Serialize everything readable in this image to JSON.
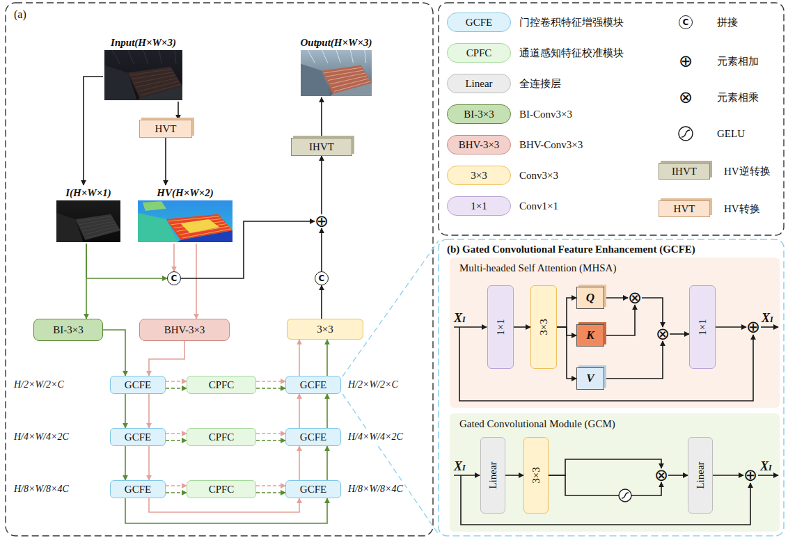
{
  "diagram": {
    "nodes": [
      {
        "text": [
          "(a)"
        ]
      },
      {
        "text": [
          "Input(H×W×3)"
        ],
        "in": 0
      },
      {
        "text": [
          "Output(H×W×3)"
        ],
        "in": 0
      },
      {
        "text": [
          "HVT"
        ],
        "in": 0
      },
      {
        "text": [
          "IHVT"
        ],
        "in": 0
      },
      {
        "text": [
          "I(H×W×1)"
        ],
        "in": 0
      },
      {
        "text": [
          "HV(H×W×2)"
        ],
        "in": 0
      },
      {
        "text": [
          "⊕"
        ],
        "in": 0
      },
      {
        "text": [
          "C"
        ],
        "in": 0
      },
      {
        "text": [
          "C"
        ],
        "in": 0
      },
      {
        "text": [
          "BI-3×3"
        ],
        "in": 0
      },
      {
        "text": [
          "BHV-3×3"
        ],
        "in": 0
      },
      {
        "text": [
          "3×3"
        ],
        "in": 0
      },
      {
        "text": [
          "GCFE"
        ],
        "in": 0
      },
      {
        "text": [
          "CPFC"
        ],
        "in": 0
      },
      {
        "text": [
          "GCFE"
        ],
        "in": 0
      },
      {
        "text": [
          "GCFE"
        ],
        "in": 0
      },
      {
        "text": [
          "CPFC"
        ],
        "in": 0
      },
      {
        "text": [
          "GCFE"
        ],
        "in": 0
      },
      {
        "text": [
          "GCFE"
        ],
        "in": 0
      },
      {
        "text": [
          "CPFC"
        ],
        "in": 0
      },
      {
        "text": [
          "GCFE"
        ],
        "in": 0
      },
      {
        "text": [
          "(b) Gated Convolutional Feature Enhancement (GCFE)"
        ]
      },
      {
        "text": [
          "Multi-headed Self Attention (MHSA)"
        ],
        "in": 22
      },
      {
        "text": [
          "1×1"
        ],
        "in": 23
      },
      {
        "text": [
          "3×3"
        ],
        "in": 23
      },
      {
        "text": [
          "Q"
        ],
        "in": 23
      },
      {
        "text": [
          "K"
        ],
        "in": 23
      },
      {
        "text": [
          "V"
        ],
        "in": 23
      },
      {
        "text": [
          "⊗"
        ],
        "in": 23
      },
      {
        "text": [
          "⊗"
        ],
        "in": 23
      },
      {
        "text": [
          "1×1"
        ],
        "in": 23
      },
      {
        "text": [
          "⊕"
        ],
        "in": 23
      },
      {
        "text": [
          "Gated Convolutional Module (GCM)"
        ],
        "in": 22
      },
      {
        "text": [
          "Linear"
        ],
        "in": 33
      },
      {
        "text": [
          "3×3"
        ],
        "in": 33
      },
      {
        "text": [
          "⊗"
        ],
        "in": 33
      },
      {
        "text": [
          "Linear"
        ],
        "in": 33
      },
      {
        "text": [
          "⊕"
        ],
        "in": 33
      }
    ],
    "edges": [
      {
        "from": 1,
        "to": 5,
        "arrow": "to"
      },
      {
        "from": 1,
        "to": 3,
        "arrow": "to"
      },
      {
        "from": 3,
        "to": 6,
        "arrow": "to"
      },
      {
        "from": 5,
        "to": 8,
        "arrow": "to"
      },
      {
        "from": 5,
        "to": 10,
        "arrow": "to"
      },
      {
        "from": 6,
        "to": 8,
        "arrow": "to"
      },
      {
        "from": 6,
        "to": 11,
        "arrow": "to"
      },
      {
        "from": 8,
        "to": 7,
        "arrow": "to"
      },
      {
        "from": 9,
        "to": 7,
        "arrow": "to"
      },
      {
        "from": 7,
        "to": 4,
        "arrow": "to"
      },
      {
        "from": 4,
        "to": 2,
        "arrow": "to"
      },
      {
        "from": 12,
        "to": 9,
        "arrow": "to"
      },
      {
        "from": 10,
        "to": 13,
        "arrow": "to"
      },
      {
        "from": 11,
        "to": 13,
        "arrow": "to"
      },
      {
        "from": 13,
        "to": 14,
        "arrow": "to"
      },
      {
        "from": 13,
        "to": 14,
        "arrow": "to"
      },
      {
        "from": 14,
        "to": 15,
        "arrow": "to"
      },
      {
        "from": 14,
        "to": 15,
        "arrow": "to"
      },
      {
        "from": 13,
        "to": 16,
        "arrow": "to"
      },
      {
        "from": 13,
        "to": 16,
        "arrow": "to"
      },
      {
        "from": 16,
        "to": 17,
        "arrow": "to"
      },
      {
        "from": 16,
        "to": 17,
        "arrow": "to"
      },
      {
        "from": 17,
        "to": 18,
        "arrow": "to"
      },
      {
        "from": 17,
        "to": 18,
        "arrow": "to"
      },
      {
        "from": 16,
        "to": 19,
        "arrow": "to"
      },
      {
        "from": 16,
        "to": 19,
        "arrow": "to"
      },
      {
        "from": 19,
        "to": 20,
        "arrow": "to"
      },
      {
        "from": 19,
        "to": 20,
        "arrow": "to"
      },
      {
        "from": 20,
        "to": 21,
        "arrow": "to"
      },
      {
        "from": 20,
        "to": 21,
        "arrow": "to"
      },
      {
        "from": 19,
        "to": 21,
        "arrow": "to"
      },
      {
        "from": 19,
        "to": 21,
        "arrow": "to"
      },
      {
        "from": 21,
        "to": 18,
        "arrow": "to"
      },
      {
        "from": 21,
        "to": 18,
        "arrow": "to"
      },
      {
        "from": 18,
        "to": 15,
        "arrow": "to"
      },
      {
        "from": 18,
        "to": 15,
        "arrow": "to"
      },
      {
        "from": 15,
        "to": 12,
        "arrow": "to"
      },
      {
        "from": 15,
        "to": 12,
        "arrow": "to"
      },
      {
        "from": 24,
        "to": 25,
        "arrow": "to"
      },
      {
        "from": 25,
        "to": 26,
        "arrow": "to"
      },
      {
        "from": 25,
        "to": 27,
        "arrow": "to"
      },
      {
        "from": 25,
        "to": 28,
        "arrow": "to"
      },
      {
        "from": 26,
        "to": 29,
        "arrow": "to"
      },
      {
        "from": 27,
        "to": 29,
        "arrow": "to"
      },
      {
        "from": 29,
        "to": 30,
        "arrow": "to"
      },
      {
        "from": 28,
        "to": 30,
        "arrow": "to"
      },
      {
        "from": 30,
        "to": 31,
        "arrow": "to"
      },
      {
        "from": 31,
        "to": 32,
        "arrow": "to"
      },
      {
        "from": 34,
        "to": 35,
        "arrow": "to"
      },
      {
        "from": 35,
        "to": 36,
        "arrow": "to"
      },
      {
        "from": 35,
        "to": 36,
        "arrow": "to"
      },
      {
        "from": 36,
        "to": 37,
        "arrow": "to"
      },
      {
        "from": 37,
        "to": 38,
        "arrow": "to"
      }
    ],
    "labels": [
      "H/2×W/2×C",
      "H/2×W/2×C",
      "H/4×W/4×2C",
      "H/4×W/4×2C",
      "H/8×W/8×4C",
      "H/8×W/8×4C",
      "XI",
      "XI",
      "XI",
      "XI",
      "GCFE",
      "CPFC",
      "Linear",
      "BI-3×3",
      "BHV-3×3",
      "3×3",
      "1×1",
      "C",
      "⊕",
      "⊗",
      "IHVT",
      "HVT"
    ],
    "legend": [
      {
        "text": "门控卷积特征增强模块",
        "color": "#ddf2fb"
      },
      {
        "text": "通道感知特征校准模块",
        "color": "#e6f7e2"
      },
      {
        "text": "全连接层",
        "color": "#ececec"
      },
      {
        "text": "BI-Conv3×3",
        "color": "#c5e0b3"
      },
      {
        "text": "BHV-Conv3×3",
        "color": "#f4d0cb"
      },
      {
        "text": "Conv3×3",
        "color": "#fff2cc"
      },
      {
        "text": "Conv1×1",
        "color": "#ebe3f5"
      },
      {
        "text": "拼接"
      },
      {
        "text": "元素相加"
      },
      {
        "text": "元素相乘"
      },
      {
        "text": "GELU"
      },
      {
        "text": "HV逆转换",
        "color": "#dcd9c5"
      },
      {
        "text": "HV转换",
        "color": "#fbe3cf"
      }
    ]
  }
}
